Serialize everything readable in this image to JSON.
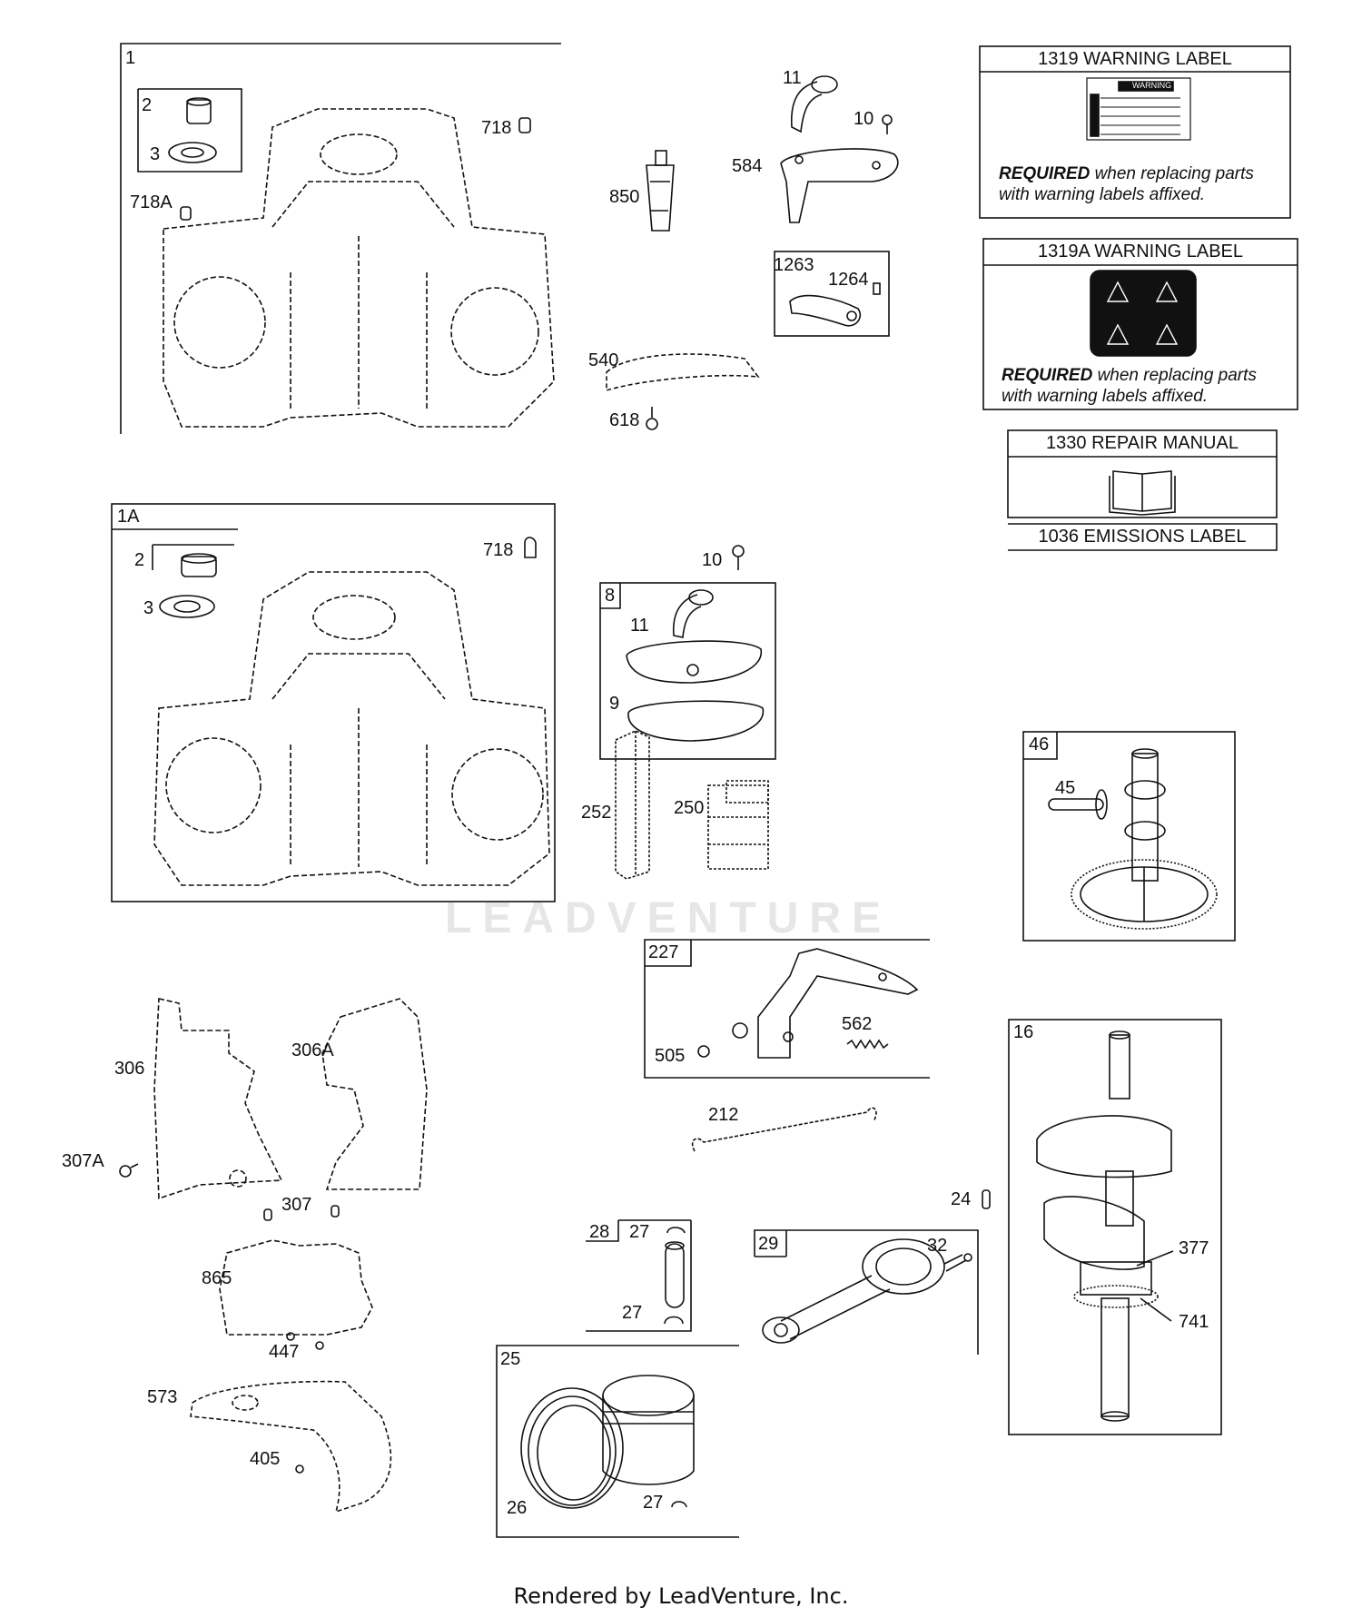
{
  "callouts": {
    "c1": "1",
    "c2a": "2",
    "c3a": "3",
    "c718a": "718A",
    "c718": "718",
    "c850": "850",
    "c11a": "11",
    "c10a": "10",
    "c584": "584",
    "c1263": "1263",
    "c1264": "1264",
    "c540": "540",
    "c618": "618",
    "c1A": "1A",
    "c2b": "2",
    "c3b": "3",
    "c718b": "718",
    "c10b": "10",
    "c8": "8",
    "c11b": "11",
    "c9": "9",
    "c252": "252",
    "c250": "250",
    "c46": "46",
    "c45": "45",
    "c227": "227",
    "c505": "505",
    "c562": "562",
    "c212": "212",
    "c306": "306",
    "c306A": "306A",
    "c307A": "307A",
    "c307": "307",
    "c865": "865",
    "c447": "447",
    "c573": "573",
    "c405": "405",
    "c28": "28",
    "c27a": "27",
    "c27b": "27",
    "c29": "29",
    "c32": "32",
    "c25": "25",
    "c26": "26",
    "c27c": "27",
    "c16": "16",
    "c24": "24",
    "c377": "377",
    "c741": "741"
  },
  "labels": {
    "warning_1319_title": "1319 WARNING LABEL",
    "warning_1319a_title": "1319A WARNING LABEL",
    "required_bold": "REQUIRED",
    "required_rest_1": " when replacing parts",
    "required_rest_2": "with warning labels affixed.",
    "repair_manual_title": "1330 REPAIR MANUAL",
    "emissions_label_title": "1036 EMISSIONS LABEL",
    "sticker_heading": "WARNING"
  },
  "watermark": "LEADVENTURE",
  "footer": "Rendered by LeadVenture, Inc."
}
